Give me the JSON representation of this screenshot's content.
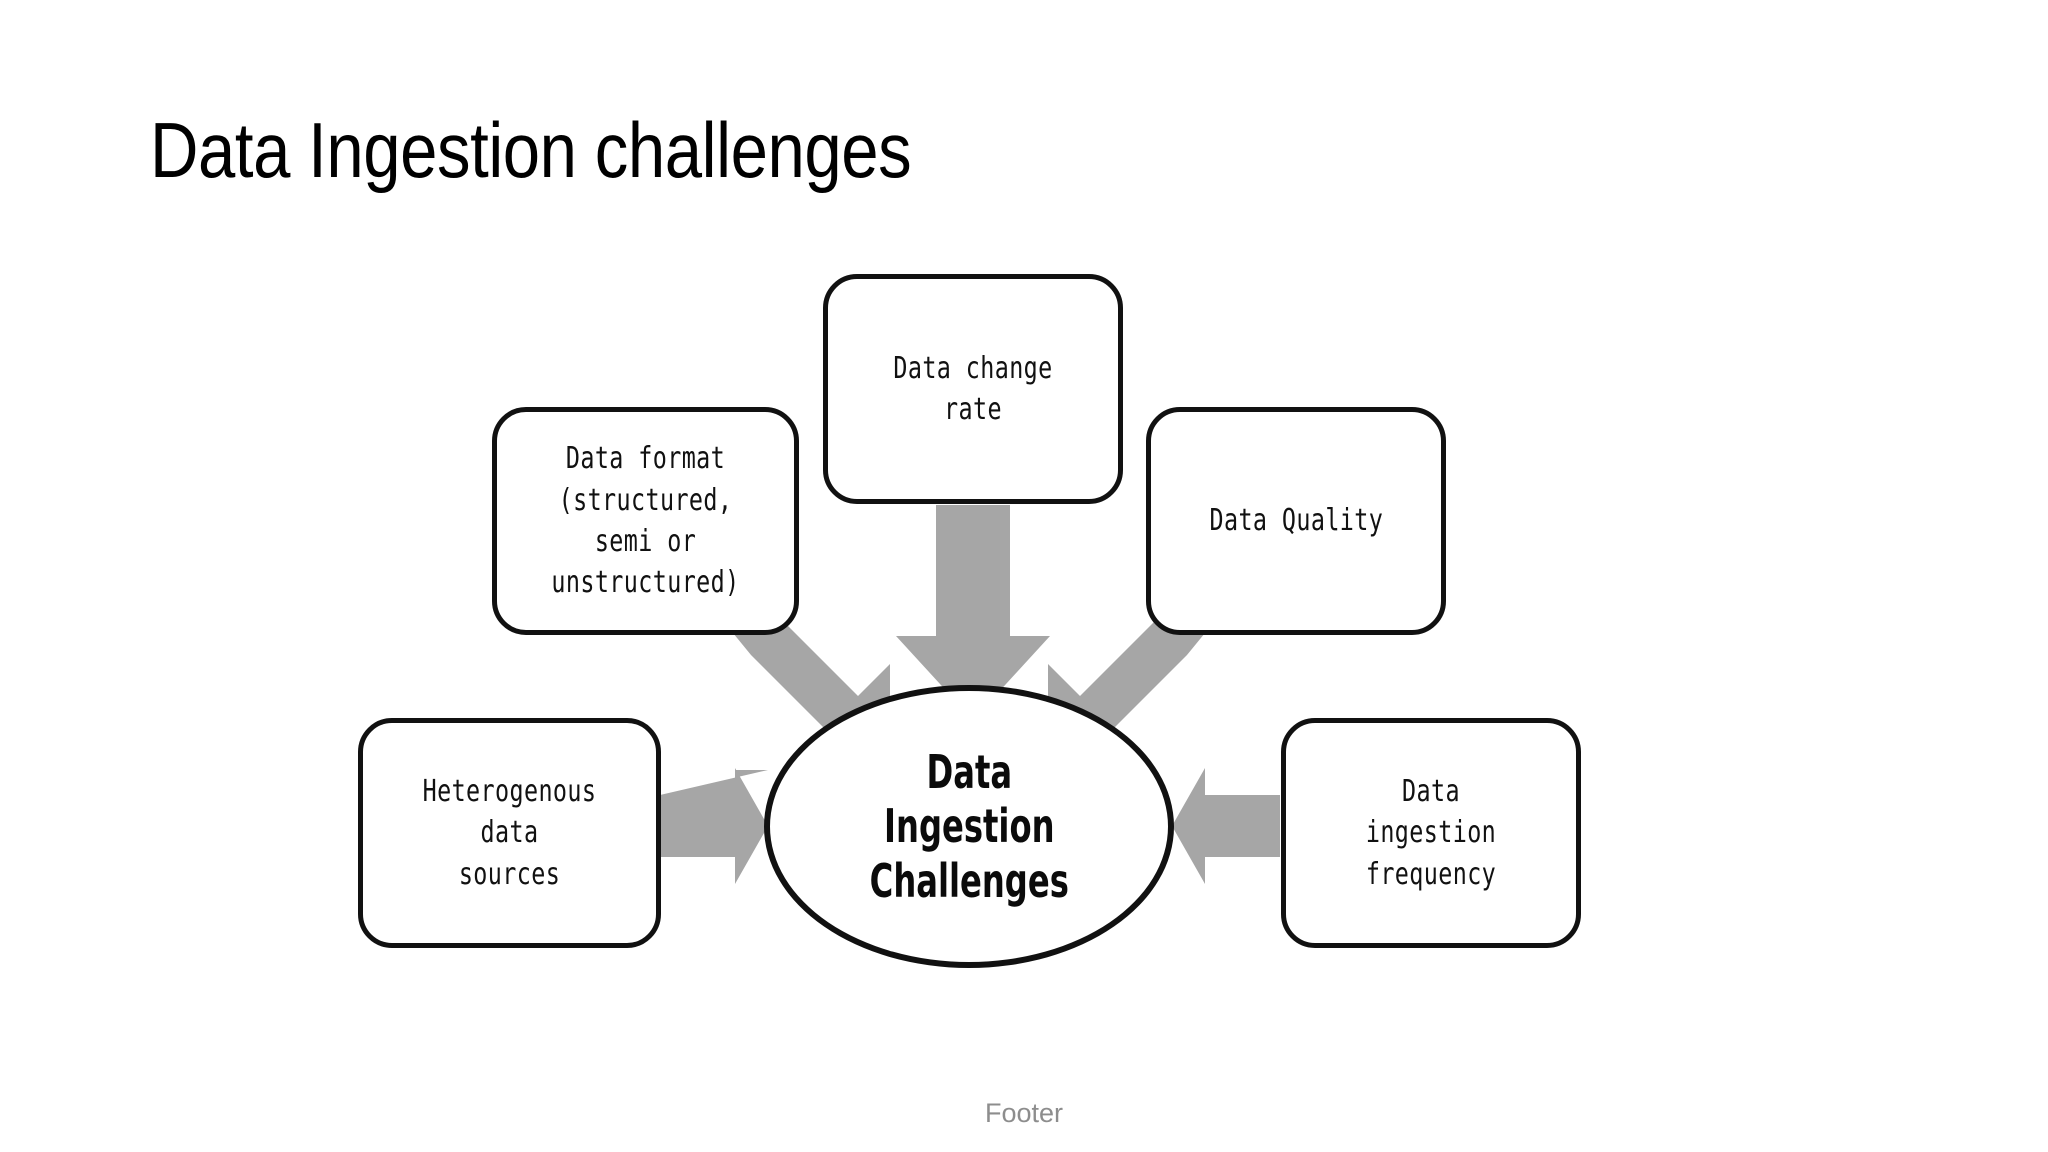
{
  "slide": {
    "title": "Data Ingestion challenges",
    "footer": "Footer",
    "background_color": "#ffffff"
  },
  "colors": {
    "text": "#000000",
    "outline": "#111111",
    "arrow": "#a6a6a6",
    "footer_text": "#8d8d8d"
  },
  "diagram": {
    "type": "radial-converging",
    "hub": {
      "label": "Data\nIngestion\nChallenges",
      "shape": "ellipse"
    },
    "nodes": [
      {
        "id": "data-change-rate",
        "label": "Data change rate",
        "shape": "rounded-rect",
        "position": "top"
      },
      {
        "id": "data-format",
        "label": "Data format\n(structured, semi or\nunstructured)",
        "shape": "rounded-rect",
        "position": "top-left"
      },
      {
        "id": "data-quality",
        "label": "Data Quality",
        "shape": "rounded-rect",
        "position": "top-right"
      },
      {
        "id": "heterogenous-data-sources",
        "label": "Heterogenous data\nsources",
        "shape": "rounded-rect",
        "position": "left"
      },
      {
        "id": "data-ingestion-frequency",
        "label": "Data ingestion\nfrequency",
        "shape": "rounded-rect",
        "position": "right"
      }
    ],
    "arrows": [
      {
        "id": "arrow-data-format-to-hub",
        "from": "data-format",
        "to": "hub",
        "direction": "down-right"
      },
      {
        "id": "arrow-data-change-rate-to-hub",
        "from": "data-change-rate",
        "to": "hub",
        "direction": "down"
      },
      {
        "id": "arrow-data-quality-to-hub",
        "from": "data-quality",
        "to": "hub",
        "direction": "down-left"
      },
      {
        "id": "arrow-heterogenous-to-hub",
        "from": "heterogenous-data-sources",
        "to": "hub",
        "direction": "right"
      },
      {
        "id": "arrow-frequency-to-hub",
        "from": "data-ingestion-frequency",
        "to": "hub",
        "direction": "left"
      }
    ]
  }
}
